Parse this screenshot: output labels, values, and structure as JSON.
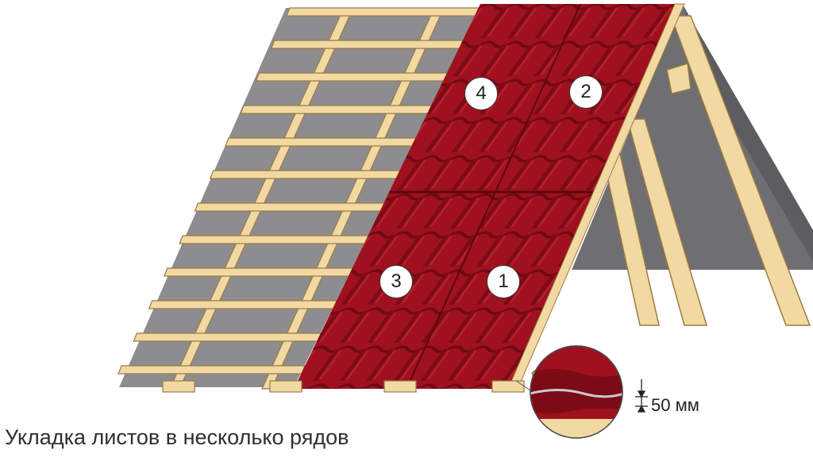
{
  "caption": "Укладка листов в несколько рядов",
  "sheet_labels": {
    "sheet_1": "1",
    "sheet_2": "2",
    "sheet_3": "3",
    "sheet_4": "4"
  },
  "detail": {
    "overlap_label": "50 мм"
  },
  "colors": {
    "metal_tile": "#a0111f",
    "metal_tile_dark": "#6e0913",
    "timber": "#f2d9a2",
    "timber_edge": "#9a7a45",
    "membrane": "#8d8d8f",
    "gable_shadow": "#6f6f72"
  }
}
